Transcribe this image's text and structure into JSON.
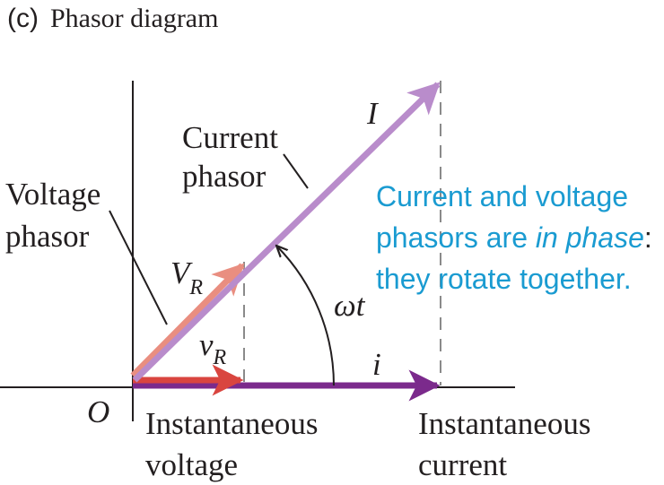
{
  "header": {
    "tag": "(c)",
    "title": "Phasor diagram"
  },
  "labels": {
    "origin": "O",
    "current_phasor_line1": "Current",
    "current_phasor_line2": "phasor",
    "voltage_phasor_line1": "Voltage",
    "voltage_phasor_line2": "phasor",
    "big_current": "I",
    "big_voltage_main": "V",
    "big_voltage_sub": "R",
    "small_voltage_main": "v",
    "small_voltage_sub": "R",
    "small_current": "i",
    "angle": "ωt",
    "inst_voltage_line1": "Instantaneous",
    "inst_voltage_line2": "voltage",
    "inst_current_line1": "Instantaneous",
    "inst_current_line2": "current"
  },
  "note": {
    "line1": "Current and voltage",
    "line2_prefix": "phasors are ",
    "line2_italic": "in phase",
    "line2_suffix": ":",
    "line3": "they rotate together."
  },
  "colors": {
    "axis": "#231f20",
    "current_phasor": "#b98ccb",
    "voltage_phasor": "#e98e80",
    "instantaneous_current": "#7b2a8c",
    "instantaneous_voltage": "#d9453f",
    "note_text": "#1a9bd1",
    "dashed": "#8a8a8a"
  }
}
